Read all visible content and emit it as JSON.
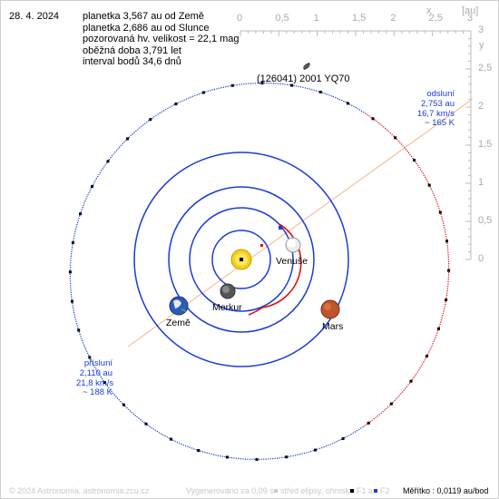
{
  "date": "28. 4. 2024",
  "info": {
    "line1": "planetka 3,567 au od Země",
    "line2": "planetka 2,686 au od Slunce",
    "line3": "pozorovaná hv. velikost = 22,1 mag",
    "line4": "oběžná doba 3,791 let",
    "line5": "interval bodů 34,6 dnů"
  },
  "asteroid_name": "(126041) 2001 YQ70",
  "axis": {
    "unit": "[au]",
    "x_label": "x",
    "y_label": "y",
    "x_ticks": [
      "0",
      "0,5",
      "1",
      "1,5",
      "2",
      "2,5",
      "3"
    ],
    "y_ticks": [
      "3",
      "2,5",
      "2",
      "1,5",
      "1",
      "0,5",
      "0"
    ]
  },
  "aphelion": {
    "title": "odsluní",
    "distance": "2,753 au",
    "speed": "16,7 km/s",
    "temp": "~ 165 K"
  },
  "perihelion": {
    "title": "přísluní",
    "distance": "2,110 au",
    "speed": "21,8 km/s",
    "temp": "~ 188 K"
  },
  "planets": {
    "venus": "Venuše",
    "earth": "Země",
    "mercury": "Merkur",
    "mars": "Mars"
  },
  "footer": {
    "copyright": "© 2024 Astronomia, astronomia.zcu.cz",
    "generated": "Vygenerováno za 0,09 s",
    "ellipse_center": "střed elipsy, ohniska",
    "f1": "F1 a",
    "f2": "F2",
    "scale": "Měřítko : 0,0119 au/bod"
  },
  "colors": {
    "orbit_blue": "#1a3cd8",
    "orbit_red": "#dd1111",
    "asteroid_near": "#dd1111",
    "asteroid_far": "#000000",
    "apsis_line": "#f4b58a",
    "label_blue": "#1a3cd8"
  }
}
